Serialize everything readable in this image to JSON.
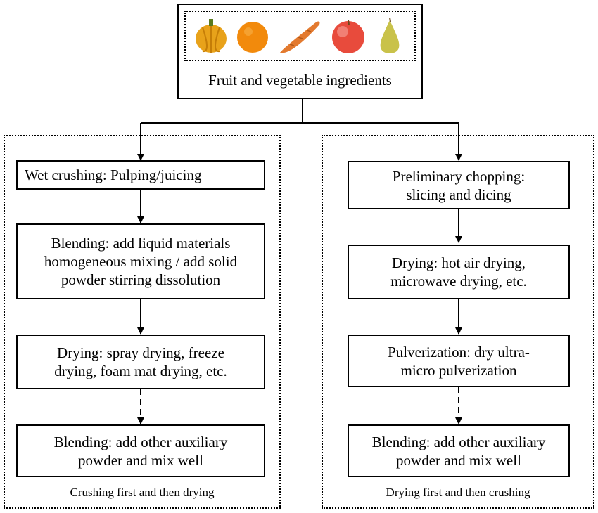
{
  "top": {
    "label": "Fruit and vegetable ingredients",
    "images": [
      "pumpkin-image",
      "orange-image",
      "carrot-image",
      "apple-image",
      "pear-image"
    ]
  },
  "left": {
    "caption": "Crushing first and then drying",
    "steps": [
      "Wet crushing: Pulping/juicing",
      "Blending: add liquid materials\nhomogeneous mixing / add solid\npowder stirring dissolution",
      "Drying: spray drying, freeze\ndrying, foam mat drying, etc.",
      "Blending: add other auxiliary\npowder and mix well"
    ]
  },
  "right": {
    "caption": "Drying first and then crushing",
    "steps": [
      "Preliminary chopping:\nslicing and dicing",
      "Drying: hot air drying,\nmicrowave drying, etc.",
      "Pulverization: dry ultra-\nmicro pulverization",
      "Blending: add other auxiliary\npowder and mix well"
    ]
  }
}
